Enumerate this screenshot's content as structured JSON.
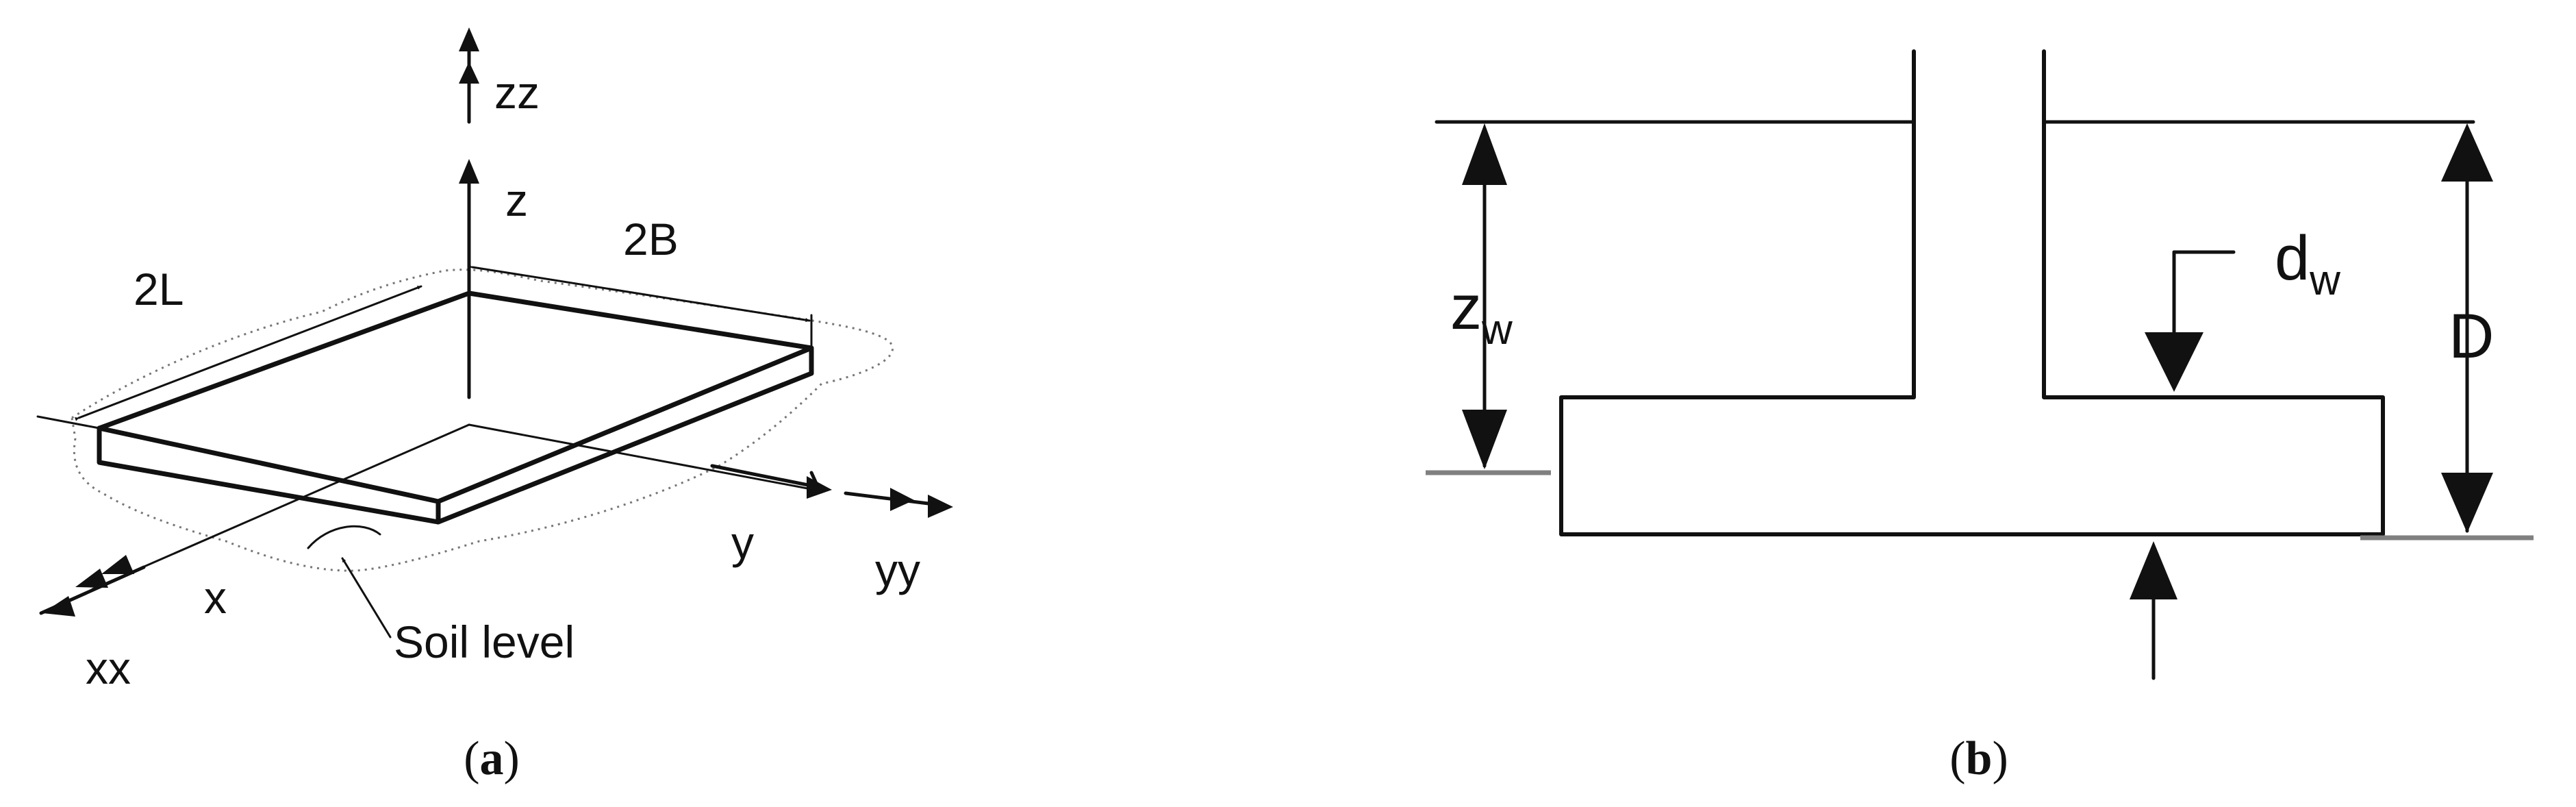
{
  "panel_a": {
    "labels": {
      "zz": "zz",
      "z": "z",
      "two_b": "2B",
      "two_l": "2L",
      "y": "y",
      "yy": "yy",
      "x": "x",
      "xx": "xx",
      "soil_level": "Soil level"
    },
    "caption_letter": "a"
  },
  "panel_b": {
    "labels": {
      "z_main": "z",
      "z_sub": "w",
      "d_main": "d",
      "d_sub": "w",
      "D": "D"
    },
    "caption_letter": "b"
  },
  "caption": {
    "open": "(",
    "close": ")"
  }
}
